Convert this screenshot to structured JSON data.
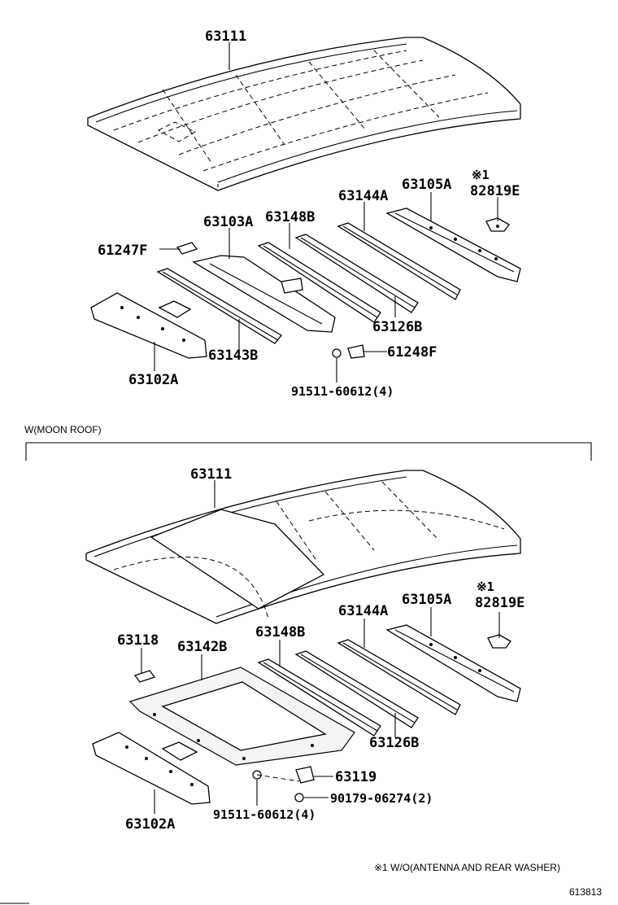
{
  "section_top": {
    "labels": {
      "roof": "63111",
      "p63103A": "63103A",
      "p63148B": "63148B",
      "p63144A": "63144A",
      "p63105A": "63105A",
      "note_mark": "※1",
      "p82819E": "82819E",
      "p61247F": "61247F",
      "p63126B": "63126B",
      "p63143B": "63143B",
      "p61248F": "61248F",
      "p63102A": "63102A",
      "p91511": "91511-60612(4)"
    }
  },
  "section_moonroof": {
    "title": "W(MOON ROOF)",
    "labels": {
      "roof": "63111",
      "p63144A": "63144A",
      "p63105A": "63105A",
      "note_mark": "※1",
      "p82819E": "82819E",
      "p63118": "63118",
      "p63142B": "63142B",
      "p63148B": "63148B",
      "p63126B": "63126B",
      "p63119": "63119",
      "p90179": "90179-06274(2)",
      "p91511": "91511-60612(4)",
      "p63102A": "63102A"
    }
  },
  "footnote": "※1 W/O(ANTENNA AND REAR WASHER)",
  "figure_id": "613813"
}
